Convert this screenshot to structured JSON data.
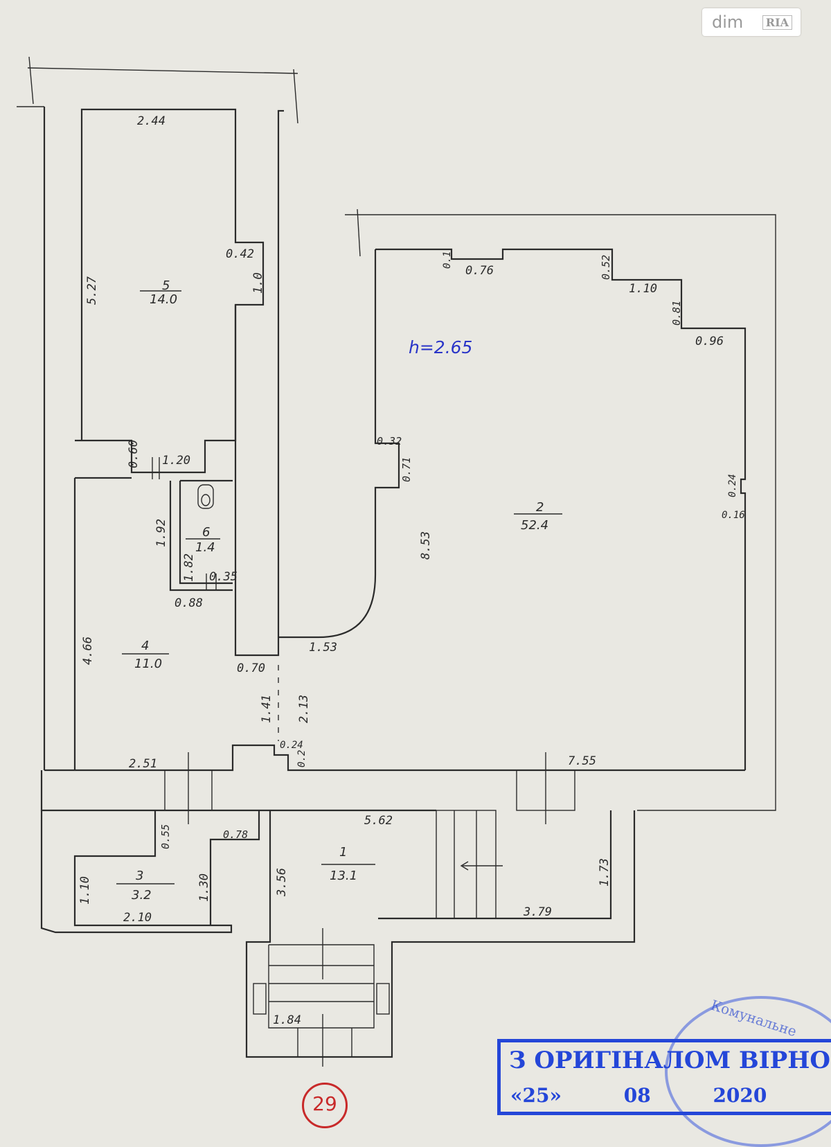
{
  "watermark": {
    "brand": "dim",
    "sub": "RIA"
  },
  "height_label": "h=2.65",
  "rooms": [
    {
      "num": "5",
      "area": "14.0"
    },
    {
      "num": "6",
      "area": "1.4"
    },
    {
      "num": "4",
      "area": "11.0"
    },
    {
      "num": "2",
      "area": "52.4"
    },
    {
      "num": "3",
      "area": "3.2"
    },
    {
      "num": "1",
      "area": "13.1"
    }
  ],
  "dimensions": [
    "2.44",
    "5.27",
    "0.42",
    "1.0",
    "0.60",
    "1.20",
    "1.92",
    "1.82",
    "0.35",
    "0.88",
    "4.66",
    "0.70",
    "1.41",
    "2.13",
    "0.24",
    "0.2",
    "2.51",
    "0.1",
    "0.76",
    "0.52",
    "1.10",
    "0.81",
    "0.96",
    "0.32",
    "0.71",
    "8.53",
    "0.24",
    "0.16",
    "1.53",
    "7.55",
    "5.62",
    "0.55",
    "0.78",
    "1.10",
    "1.30",
    "2.10",
    "3.56",
    "1.73",
    "3.79",
    "1.84"
  ],
  "stamp": {
    "line1": "З ОРИГІНАЛОМ ВІРНО",
    "day": "«25»",
    "month": "08",
    "year": "2020"
  },
  "round_stamp": {
    "text": "Комунальне"
  },
  "page_number": "29"
}
